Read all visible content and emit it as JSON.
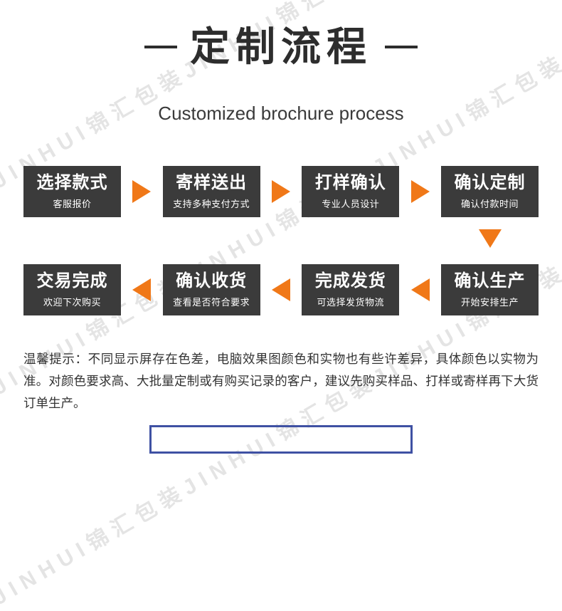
{
  "header": {
    "title": "定制流程",
    "subtitle": "Customized brochure process"
  },
  "steps": [
    {
      "title": "选择款式",
      "subtitle": "客服报价"
    },
    {
      "title": "寄样送出",
      "subtitle": "支持多种支付方式"
    },
    {
      "title": "打样确认",
      "subtitle": "专业人员设计"
    },
    {
      "title": "确认定制",
      "subtitle": "确认付款时间"
    },
    {
      "title": "确认生产",
      "subtitle": "开始安排生产"
    },
    {
      "title": "完成发货",
      "subtitle": "可选择发货物流"
    },
    {
      "title": "确认收货",
      "subtitle": "查看是否符合要求"
    },
    {
      "title": "交易完成",
      "subtitle": "欢迎下次购买"
    }
  ],
  "notice": "温馨提示：不同显示屏存在色差，电脑效果图颜色和实物也有些许差异，具体颜色以实物为准。对颜色要求高、大批量定制或有购买记录的客户，建议先购买样品、打样或寄样再下大货订单生产。",
  "watermark": "JINHUI锦汇包装JINHUI锦汇包装JINHUI锦汇包装JINHUI锦汇包装",
  "colors": {
    "box": "#3b3b3b",
    "arrow": "#f07818",
    "title": "#2d2d2d",
    "border_bottom_box": "#3f51a3"
  }
}
